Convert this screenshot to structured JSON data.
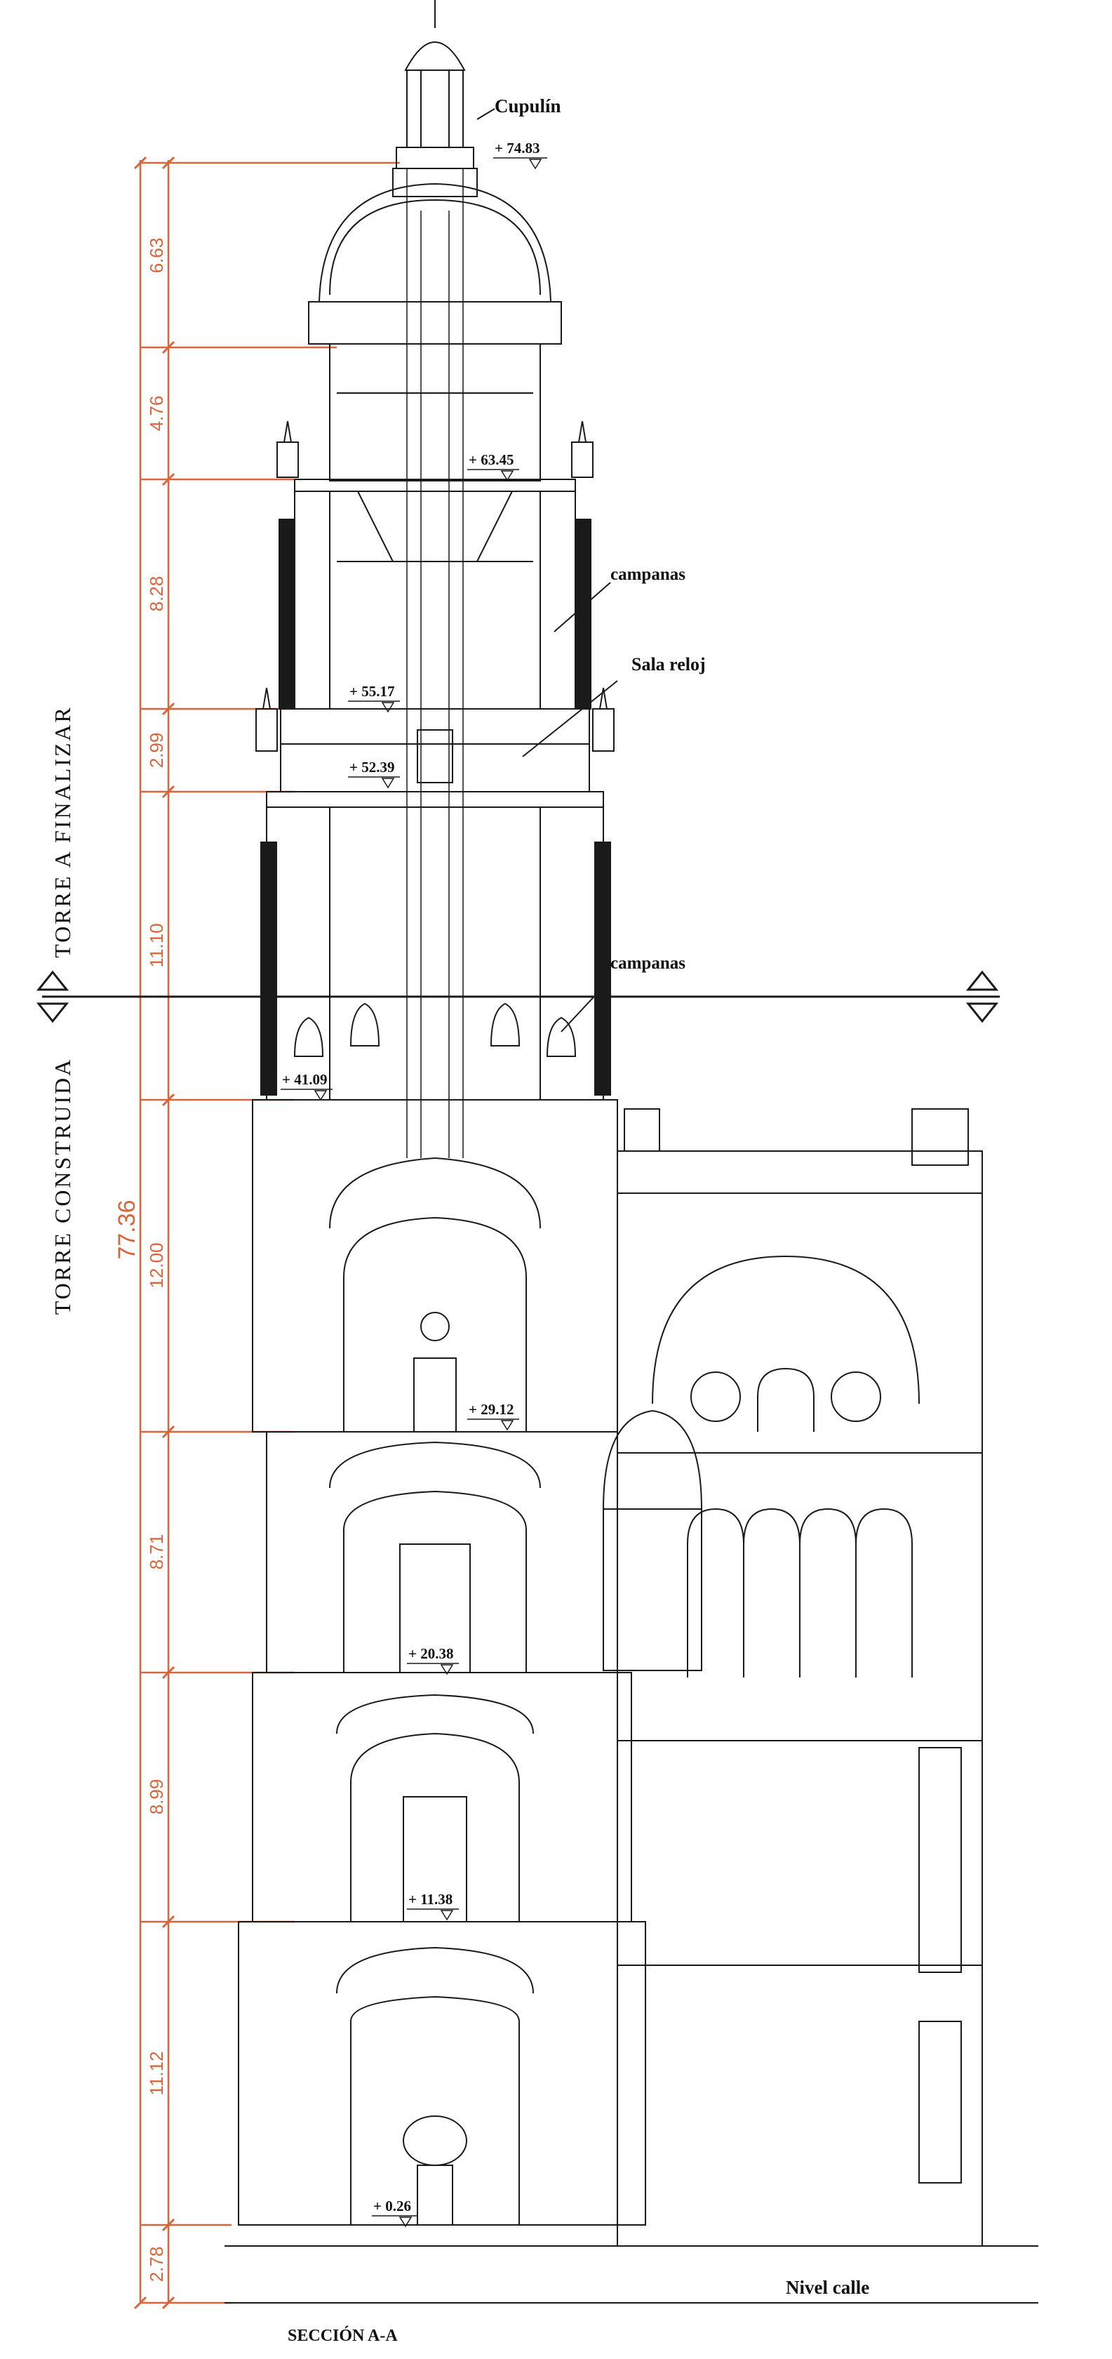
{
  "labels": {
    "cupulin": "Cupulín",
    "campanas_upper": "campanas",
    "sala_reloj": "Sala reloj",
    "campanas_lower": "campanas",
    "nivel_calle": "Nivel calle",
    "torre_finalizar": "TORRE A FINALIZAR",
    "torre_construida": "TORRE CONSTRUIDA",
    "seccion": "SECCIÓN A-A"
  },
  "levels": [
    "+ 74.83",
    "+ 63.45",
    "+ 55.17",
    "+ 52.39",
    "+ 41.09",
    "+ 29.12",
    "+ 20.38",
    "+ 11.38",
    "+ 0.26"
  ],
  "dimensions": {
    "total": "77.36",
    "segments": [
      "6.63",
      "4.76",
      "8.28",
      "2.99",
      "11.10",
      "12.00",
      "8.71",
      "8.99",
      "11.12",
      "2.78"
    ]
  },
  "colors": {
    "ink": "#1a1a1a",
    "dimension": "#d9653b",
    "paper": "#ffffff"
  }
}
